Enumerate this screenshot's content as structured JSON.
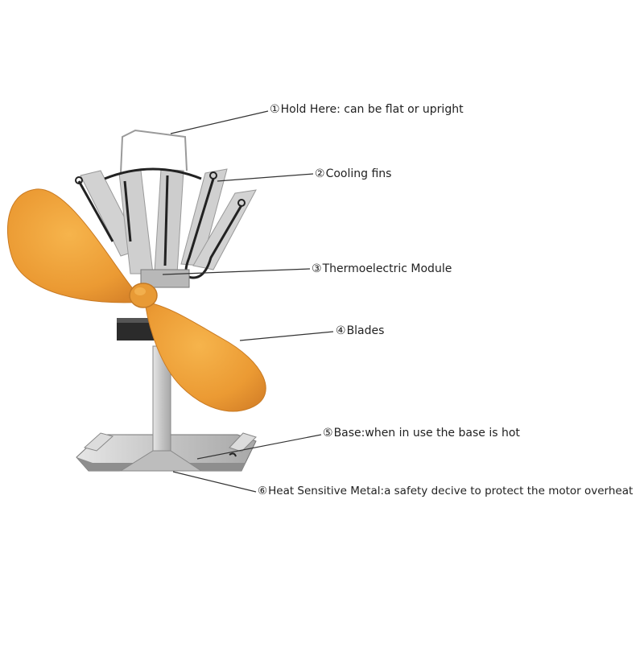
{
  "callouts": [
    {
      "number": "①",
      "text": "Hold Here: can be flat or upright"
    },
    {
      "number": "②",
      "text": "Cooling fins"
    },
    {
      "number": "③",
      "text": "Thermoelectric Module"
    },
    {
      "number": "④",
      "text": "Blades"
    },
    {
      "number": "⑤",
      "text": "Base:when in use the base is hot"
    },
    {
      "number": "⑥",
      "text": "Heat Sensitive Metal:a safety decive to protect the motor overheat"
    }
  ],
  "colors": {
    "blade": "#f0a43a",
    "blade_shade": "#d9852a",
    "metal": "#c9c9c9",
    "metal_dark": "#9a9a9a",
    "wire": "#222222",
    "leader_line": "#333333",
    "text": "#222222",
    "background": "#ffffff"
  }
}
